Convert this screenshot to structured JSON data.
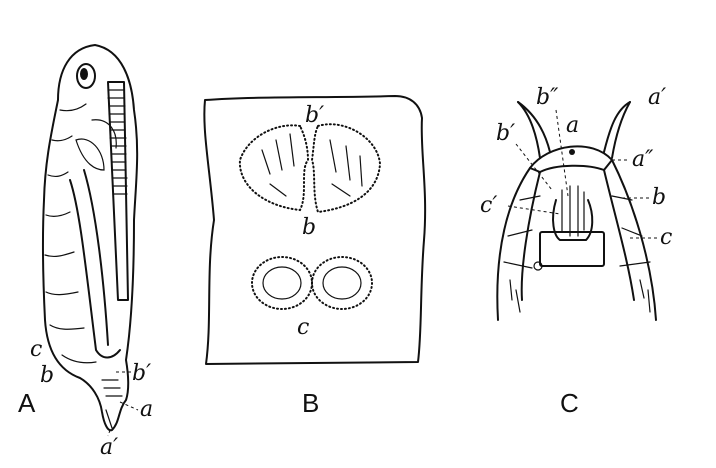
{
  "panels": {
    "A": {
      "caption": "A",
      "labels": {
        "c": "c",
        "b": "b",
        "b_prime": "b′",
        "a": "a",
        "a_prime": "a′"
      }
    },
    "B": {
      "caption": "B",
      "labels": {
        "b_prime": "b′",
        "b": "b",
        "c": "c"
      }
    },
    "C": {
      "caption": "C",
      "labels": {
        "b_double_prime": "b″",
        "a_prime": "a′",
        "a": "a",
        "b_prime": "b′",
        "a_double_prime": "a″",
        "c_prime": "c′",
        "b": "b",
        "c": "c"
      }
    }
  }
}
